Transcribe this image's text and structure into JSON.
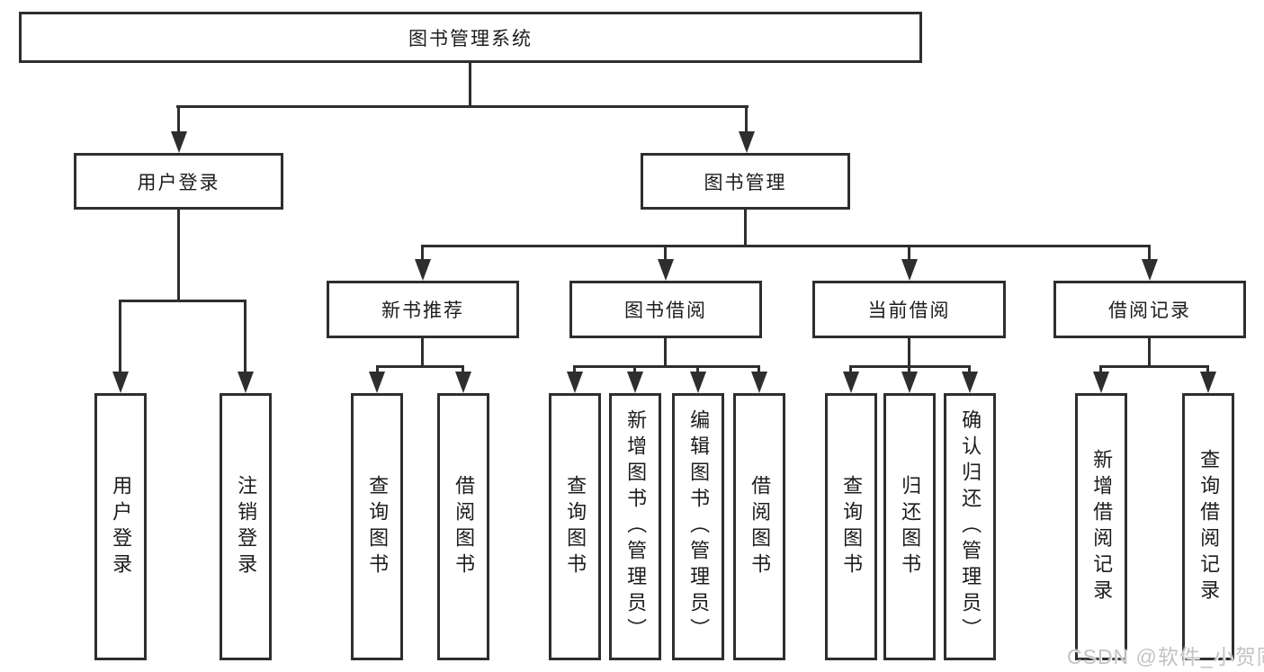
{
  "tree": {
    "label": "图书管理系统",
    "children": [
      {
        "label": "用户登录",
        "children": [
          {
            "label": "用户登录"
          },
          {
            "label": "注销登录"
          }
        ]
      },
      {
        "label": "图书管理",
        "children": [
          {
            "label": "新书推荐",
            "children": [
              {
                "label": "查询图书"
              },
              {
                "label": "借阅图书"
              }
            ]
          },
          {
            "label": "图书借阅",
            "children": [
              {
                "label": "查询图书"
              },
              {
                "label": "新增图书（管理员）"
              },
              {
                "label": "编辑图书（管理员）"
              },
              {
                "label": "借阅图书"
              }
            ]
          },
          {
            "label": "当前借阅",
            "children": [
              {
                "label": "查询图书"
              },
              {
                "label": "归还图书"
              },
              {
                "label": "确认归还（管理员）"
              }
            ]
          },
          {
            "label": "借阅记录",
            "children": [
              {
                "label": "新增借阅记录"
              },
              {
                "label": "查询借阅记录"
              }
            ]
          }
        ]
      }
    ]
  },
  "watermark": {
    "text": "CSDN @软件_小贺同学"
  },
  "colors": {
    "background": "#ffffff",
    "border": "#2e2e2e",
    "line": "#2e2e2e",
    "text": "#1c1c1c",
    "watermark": "#c3c3c3"
  }
}
